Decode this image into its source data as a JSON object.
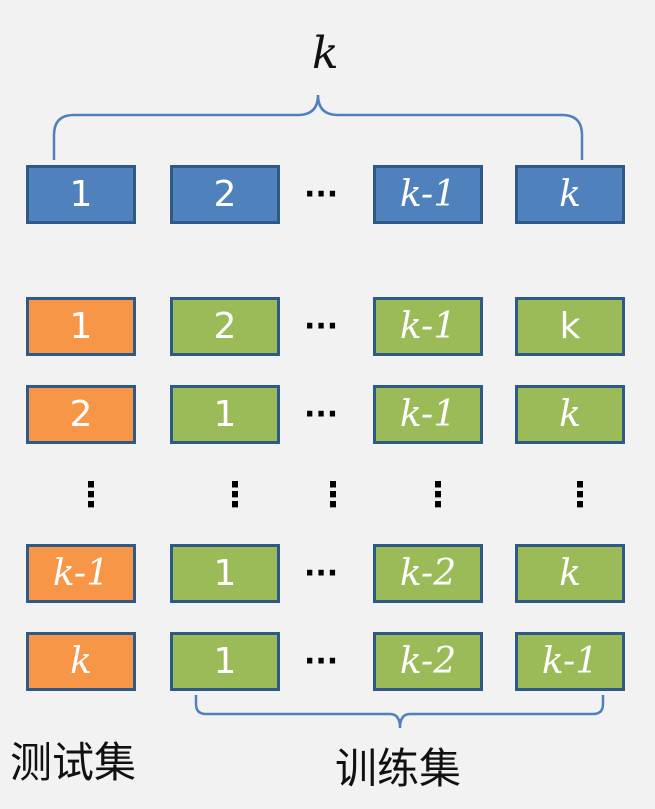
{
  "top_label": "k",
  "header_row": {
    "boxes": [
      "1",
      "2",
      "k-1",
      "k"
    ],
    "ellipsis": "···"
  },
  "folds": [
    {
      "test": "1",
      "train": [
        "2",
        "k-1",
        "k"
      ],
      "ellipsis": "···"
    },
    {
      "test": "2",
      "train": [
        "1",
        "k-1",
        "k"
      ],
      "ellipsis": "···"
    },
    {
      "test": "k-1",
      "train": [
        "1",
        "k-2",
        "k"
      ],
      "ellipsis": "···"
    },
    {
      "test": "k",
      "train": [
        "1",
        "k-2",
        "k-1"
      ],
      "ellipsis": "···"
    }
  ],
  "vertical_ellipsis": "⋮",
  "test_set_label": "测试集",
  "train_set_label": "训练集",
  "colors": {
    "background": "#f2f2f2",
    "header": "#4f81bd",
    "test": "#f79646",
    "train": "#9bbb59",
    "border": "#2f5a88",
    "brace": "#4f81bd"
  }
}
